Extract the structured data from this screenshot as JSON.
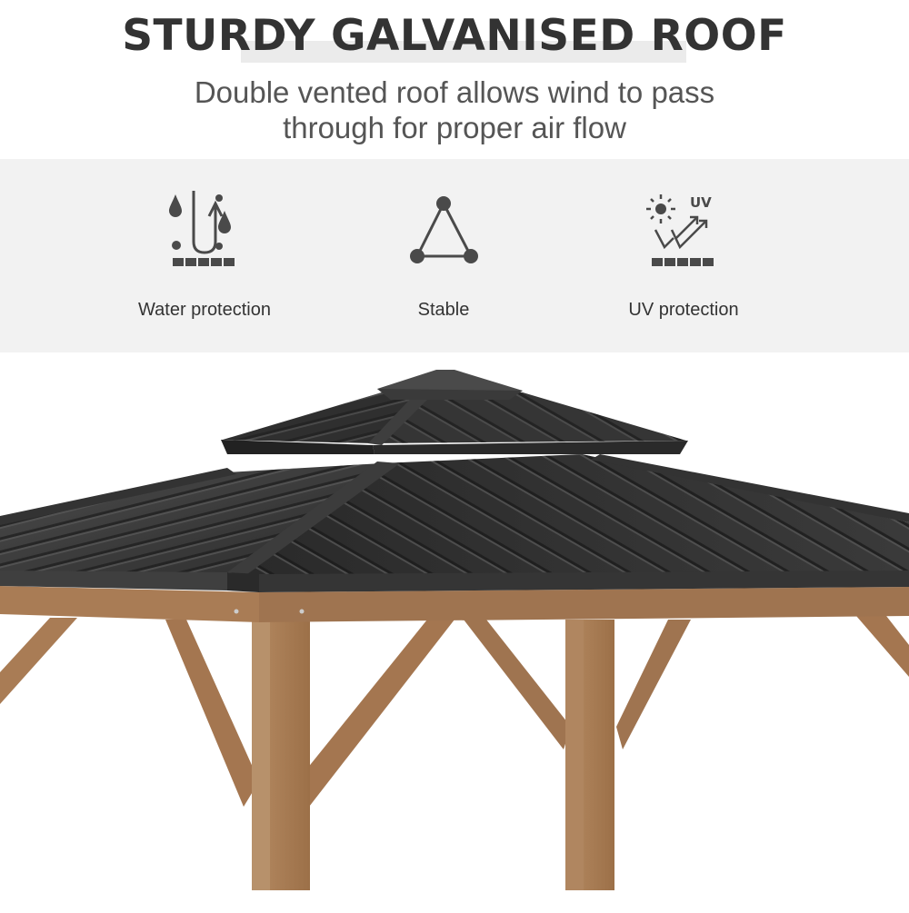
{
  "header": {
    "title": "STURDY GALVANISED ROOF",
    "subtitle_line1": "Double vented roof allows wind to pass",
    "subtitle_line2": "through for proper air flow"
  },
  "features": [
    {
      "icon": "water-protection-icon",
      "label": "Water protection"
    },
    {
      "icon": "stable-triangle-icon",
      "label": "Stable"
    },
    {
      "icon": "uv-protection-icon",
      "label": "UV protection",
      "icon_text": "UV"
    }
  ],
  "product_image": {
    "subject": "Gazebo with double-tier galvanised steel hardtop roof and wood-look frame",
    "colors": {
      "roof": "#3a3a3a",
      "roof_dark": "#1e1e1e",
      "wood": "#a97c55",
      "wood_dark": "#8e6442",
      "band": "#f2f2f2",
      "icon": "#4a4a4a"
    }
  }
}
